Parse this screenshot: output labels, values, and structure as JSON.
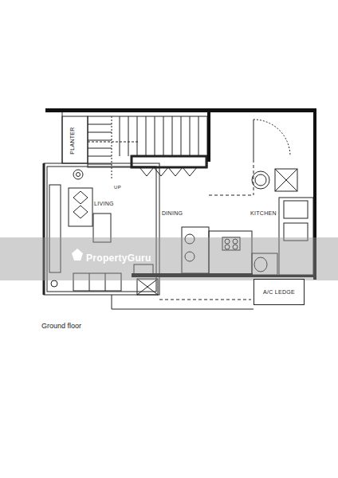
{
  "diagram": {
    "caption": "Ground floor",
    "nodes": [
      {
        "text": [
          "A/C LEDGE"
        ]
      }
    ],
    "labels": [
      "PLANTER",
      "UP",
      "LIVING",
      "DINING",
      "KITCHEN",
      "PropertyGuru"
    ]
  }
}
